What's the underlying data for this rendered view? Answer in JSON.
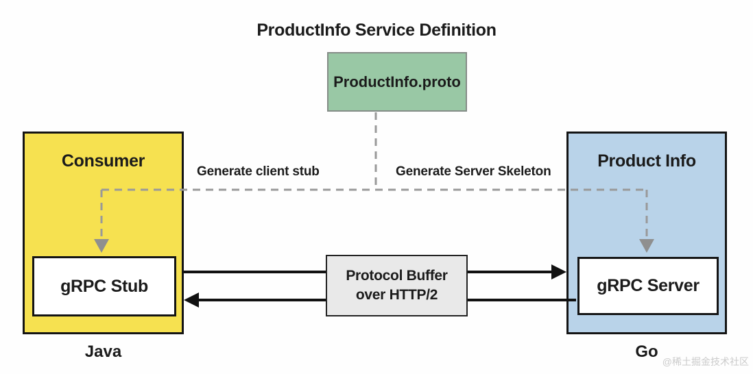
{
  "title": "ProductInfo Service Definition",
  "proto_box": {
    "label": "ProductInfo.proto"
  },
  "consumer": {
    "title": "Consumer",
    "inner_label": "gRPC Stub",
    "language": "Java"
  },
  "producer": {
    "title": "Product Info",
    "inner_label": "gRPC Server",
    "language": "Go"
  },
  "transport_box": {
    "line1": "Protocol Buffer",
    "line2": "over HTTP/2"
  },
  "annotations": {
    "left": "Generate client stub",
    "right": "Generate Server Skeleton"
  },
  "watermark": "@稀土掘金技术社区",
  "colors": {
    "green": "#99c8a5",
    "yellow": "#f6e150",
    "blue": "#b9d3e9",
    "graybox": "#e9e9e9",
    "dashed": "#999999",
    "arrow": "#111111"
  }
}
